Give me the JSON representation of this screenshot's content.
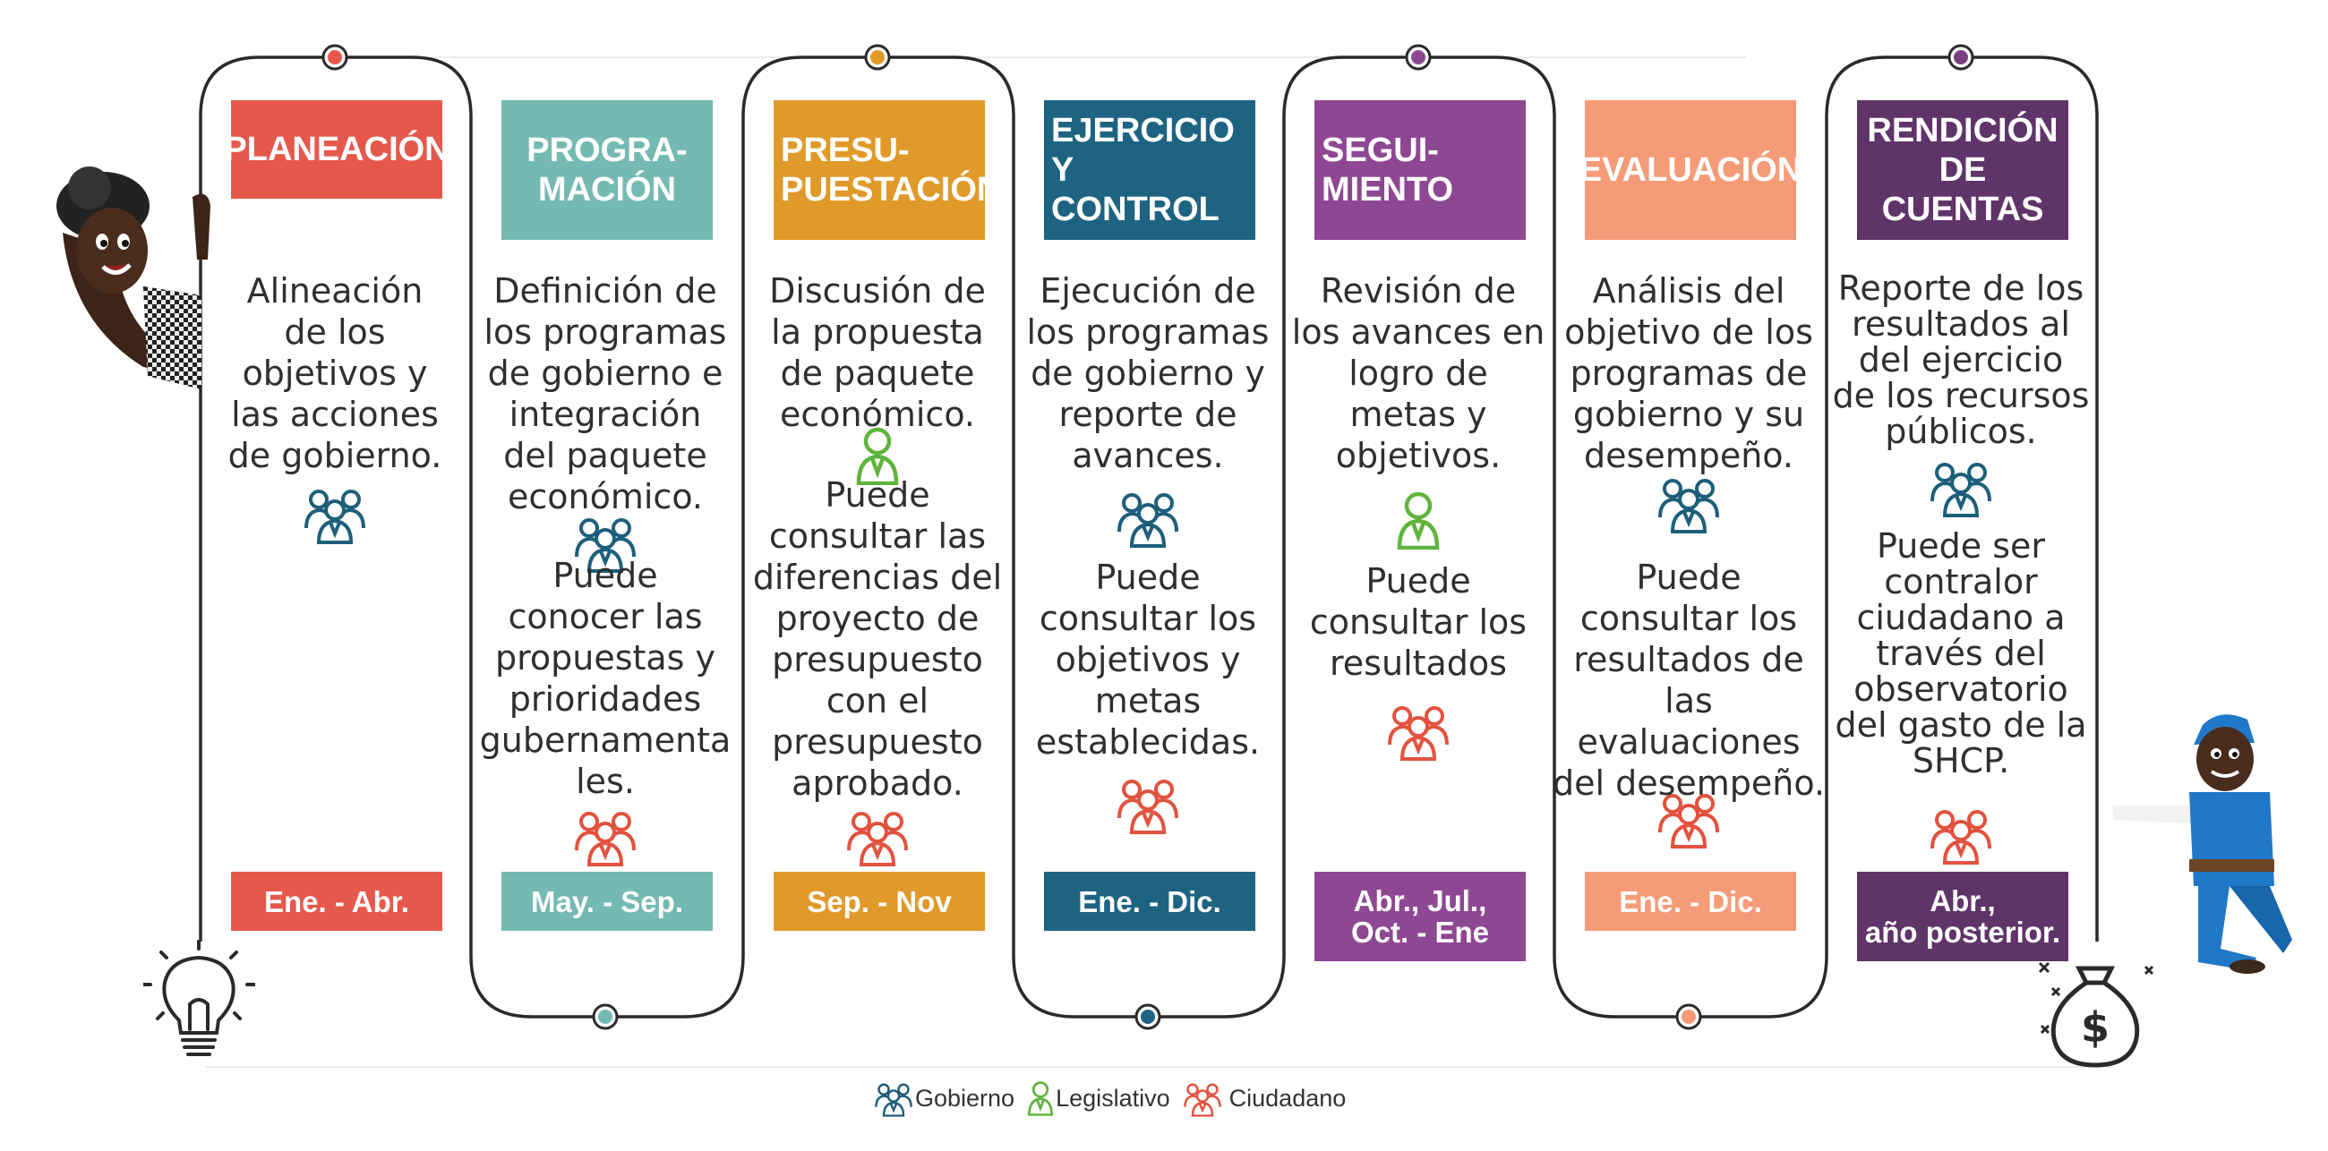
{
  "colors": {
    "gobierno": "#1d5f7b",
    "legislativo": "#5fb43c",
    "ciudadano": "#e2523f",
    "frame": "#2a2a2a"
  },
  "stages": [
    {
      "title": "PLANEACIÓN",
      "color": "#e5594c",
      "dot": "#e5594c",
      "description": "Alineación\nde los\nobjetivos y\nlas acciones\nde gobierno.",
      "roles": [
        "gobierno"
      ],
      "note": "",
      "period": "Ene. - Abr."
    },
    {
      "title": "PROGRA-\nMACIÓN",
      "color": "#74b9b2",
      "dot": "#74b9b2",
      "description": "Definición de\nlos programas\nde gobierno e\nintegración\ndel paquete\neconómico.",
      "roles": [
        "gobierno",
        "ciudadano"
      ],
      "note": "Puede\nconocer las\npropuestas y\nprioridades\ngubernamenta\nles.",
      "period": "May. - Sep."
    },
    {
      "title": "PRESU-\nPUESTACIÓN",
      "color": "#e09a2a",
      "dot": "#e09a2a",
      "description": "Discusión de\nla propuesta\nde paquete\neconómico.",
      "roles": [
        "legislativo",
        "ciudadano"
      ],
      "note": "Puede\nconsultar las\ndiferencias del\nproyecto de\npresupuesto\ncon el\npresupuesto\naprobado.",
      "period": "Sep. - Nov"
    },
    {
      "title": "EJERCICIO Y\nCONTROL",
      "color": "#1e6482",
      "dot": "#1e6482",
      "description": "Ejecución de\nlos programas\nde gobierno y\nreporte de\navances.",
      "roles": [
        "gobierno",
        "ciudadano"
      ],
      "note": "Puede\nconsultar los\nobjetivos y\nmetas\nestablecidas.",
      "period": "Ene. - Dic."
    },
    {
      "title": "SEGUI-\nMIENTO",
      "color": "#8e4893",
      "dot": "#8e4893",
      "description": "Revisión de\nlos avances en\nlogro de\nmetas  y\nobjetivos.",
      "roles": [
        "legislativo",
        "ciudadano"
      ],
      "note": "Puede\nconsultar los\nresultados",
      "period": "Abr., Jul.,\nOct. - Ene"
    },
    {
      "title": "EVALUACIÓN",
      "color": "#f59b77",
      "dot": "#f59b77",
      "description": "Análisis del\nobjetivo de los\nprogramas de\ngobierno y su\ndesempeño.",
      "roles": [
        "gobierno",
        "ciudadano"
      ],
      "note": "Puede\nconsultar los\nresultados de\nlas evaluaciones\ndel desempeño.",
      "period": "Ene. - Dic."
    },
    {
      "title": "RENDICIÓN\nDE CUENTAS",
      "color": "#5f3468",
      "dot": "#7a3f7e",
      "description": "Reporte de los\nresultados al\ndel ejercicio\nde los recursos\npúblicos.",
      "roles": [
        "gobierno",
        "ciudadano"
      ],
      "note": "Puede ser\ncontralor\nciudadano a\ntravés del\nobservatorio\ndel gasto de la\nSHCP.",
      "period": "Abr.,\naño posterior."
    }
  ],
  "legend": {
    "gobierno": "Gobierno",
    "legislativo": "Legislativo",
    "ciudadano": "Ciudadano"
  }
}
